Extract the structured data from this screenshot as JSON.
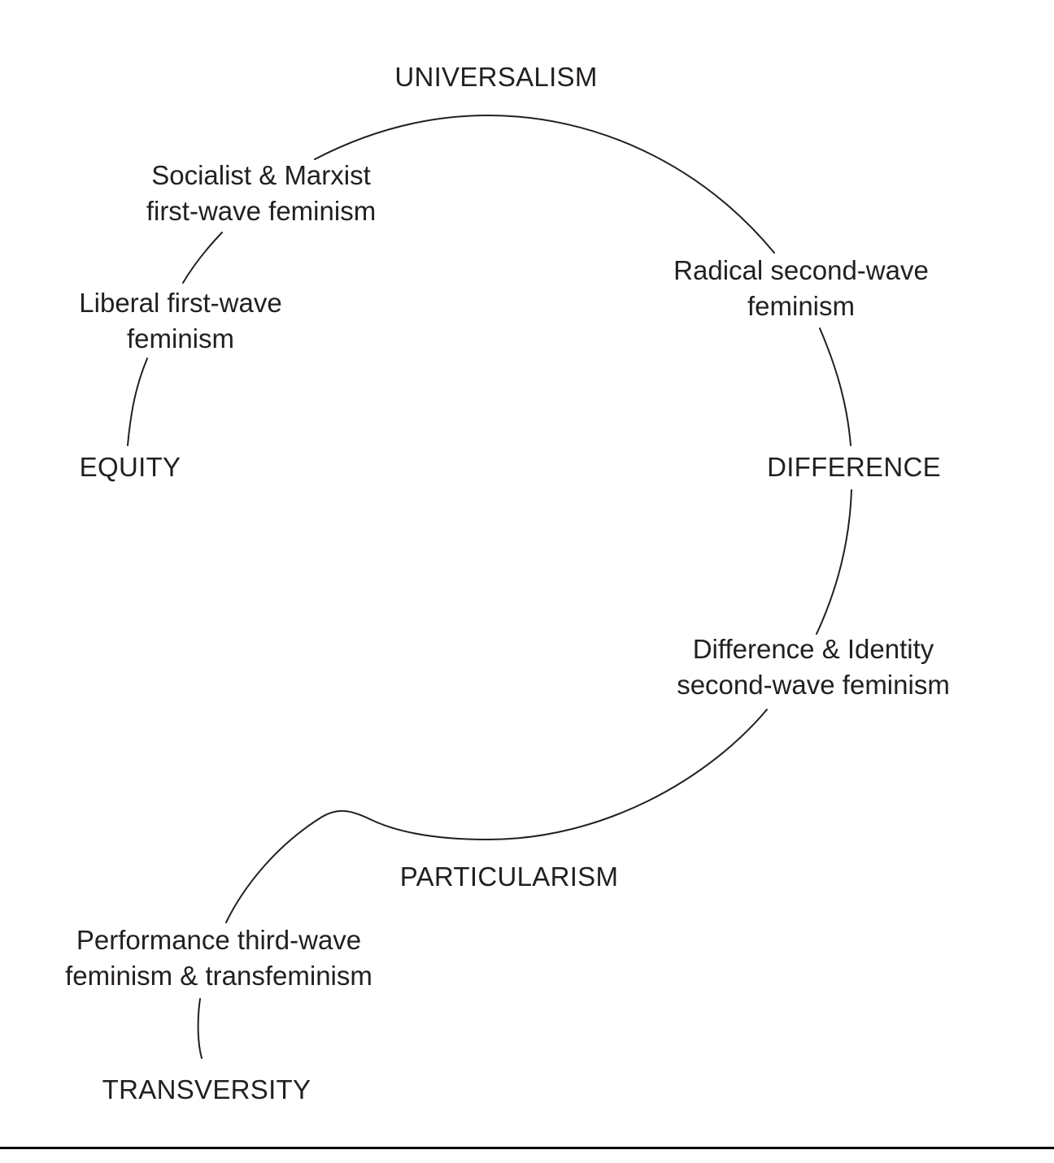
{
  "diagram": {
    "poles": {
      "universalism": "UNIVERSALISM",
      "difference": "DIFFERENCE",
      "particularism": "PARTICULARISM",
      "equity": "EQUITY",
      "transversity": "TRANSVERSITY"
    },
    "stages": {
      "socialist_marxist": [
        "Socialist & Marxist",
        "first-wave feminism"
      ],
      "liberal": [
        "Liberal first-wave",
        "feminism"
      ],
      "radical": [
        "Radical second-wave",
        "feminism"
      ],
      "difference_identity": [
        "Difference & Identity",
        "second-wave feminism"
      ],
      "performance": [
        "Performance third-wave",
        "feminism & transfeminism"
      ]
    },
    "colors": {
      "ink": "#231f20",
      "rule": "#000000",
      "background": "#ffffff"
    }
  }
}
